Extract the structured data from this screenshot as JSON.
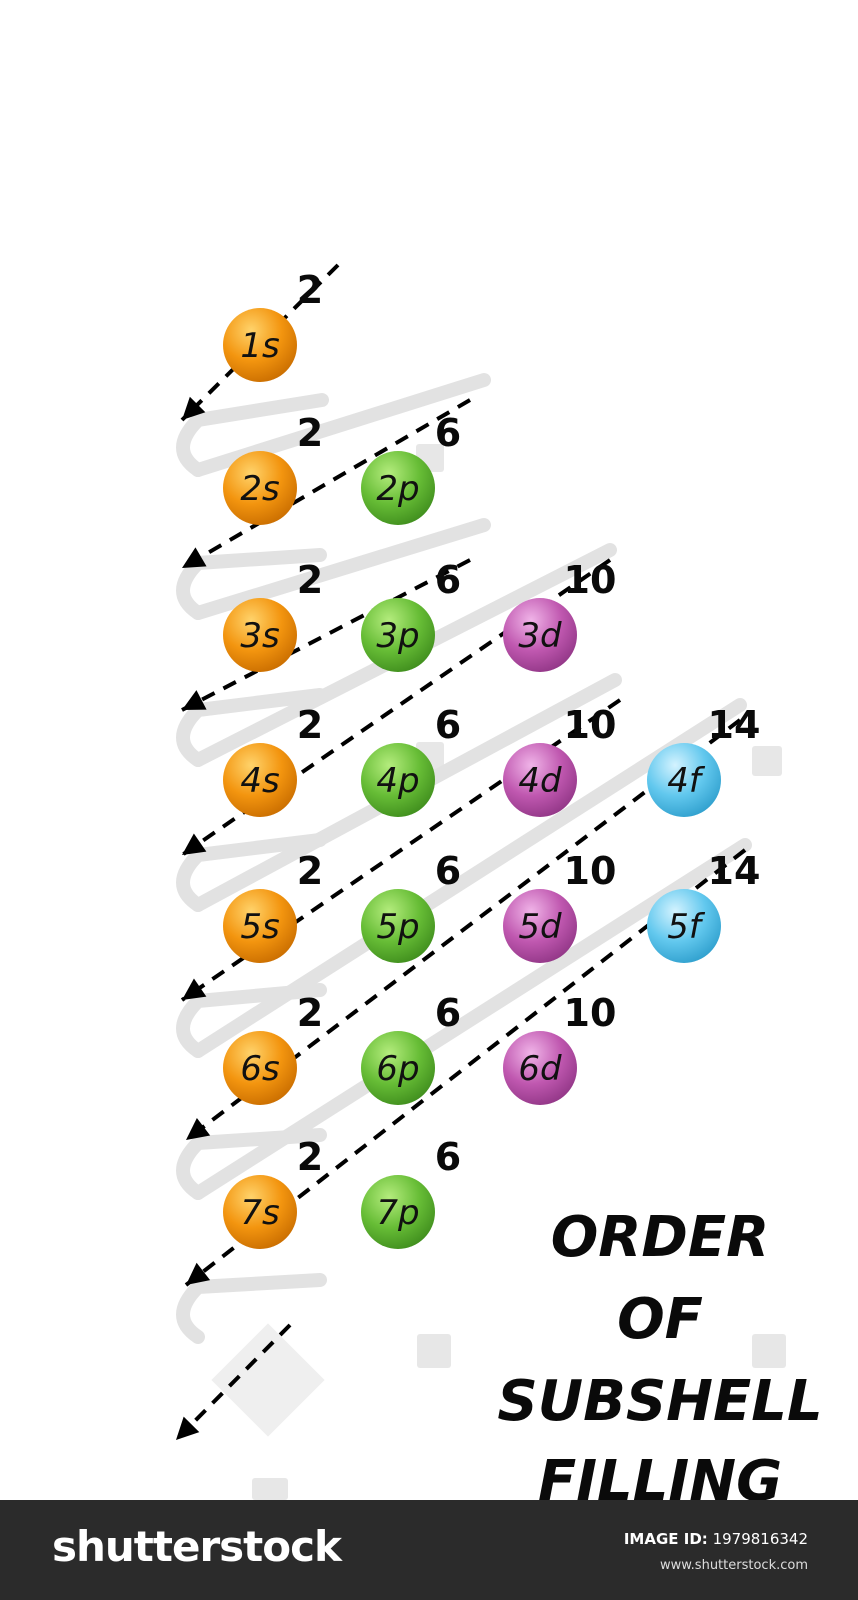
{
  "colors": {
    "s": "#f3950f",
    "p": "#67bd36",
    "d": "#c058b0",
    "f": "#62c8ee",
    "track": "#e2e2e2",
    "arrow": "#000000",
    "footer_bg": "#2b2b2b"
  },
  "subshells": [
    {
      "label": "1s",
      "type": "s",
      "capacity": "2"
    },
    {
      "label": "2s",
      "type": "s",
      "capacity": "2"
    },
    {
      "label": "2p",
      "type": "p",
      "capacity": "6"
    },
    {
      "label": "3s",
      "type": "s",
      "capacity": "2"
    },
    {
      "label": "3p",
      "type": "p",
      "capacity": "6"
    },
    {
      "label": "3d",
      "type": "d",
      "capacity": "10"
    },
    {
      "label": "4s",
      "type": "s",
      "capacity": "2"
    },
    {
      "label": "4p",
      "type": "p",
      "capacity": "6"
    },
    {
      "label": "4d",
      "type": "d",
      "capacity": "10"
    },
    {
      "label": "4f",
      "type": "f",
      "capacity": "14"
    },
    {
      "label": "5s",
      "type": "s",
      "capacity": "2"
    },
    {
      "label": "5p",
      "type": "p",
      "capacity": "6"
    },
    {
      "label": "5d",
      "type": "d",
      "capacity": "10"
    },
    {
      "label": "5f",
      "type": "f",
      "capacity": "14"
    },
    {
      "label": "6s",
      "type": "s",
      "capacity": "2"
    },
    {
      "label": "6p",
      "type": "p",
      "capacity": "6"
    },
    {
      "label": "6d",
      "type": "d",
      "capacity": "10"
    },
    {
      "label": "7s",
      "type": "s",
      "capacity": "2"
    },
    {
      "label": "7p",
      "type": "p",
      "capacity": "6"
    }
  ],
  "title_lines": [
    "ORDER",
    "OF",
    "SUBSHELL",
    "FILLING"
  ],
  "footer": {
    "logo": "shutterstock",
    "id_label": "IMAGE ID:",
    "id_value": "1979816342",
    "site": "www.shutterstock.com"
  }
}
